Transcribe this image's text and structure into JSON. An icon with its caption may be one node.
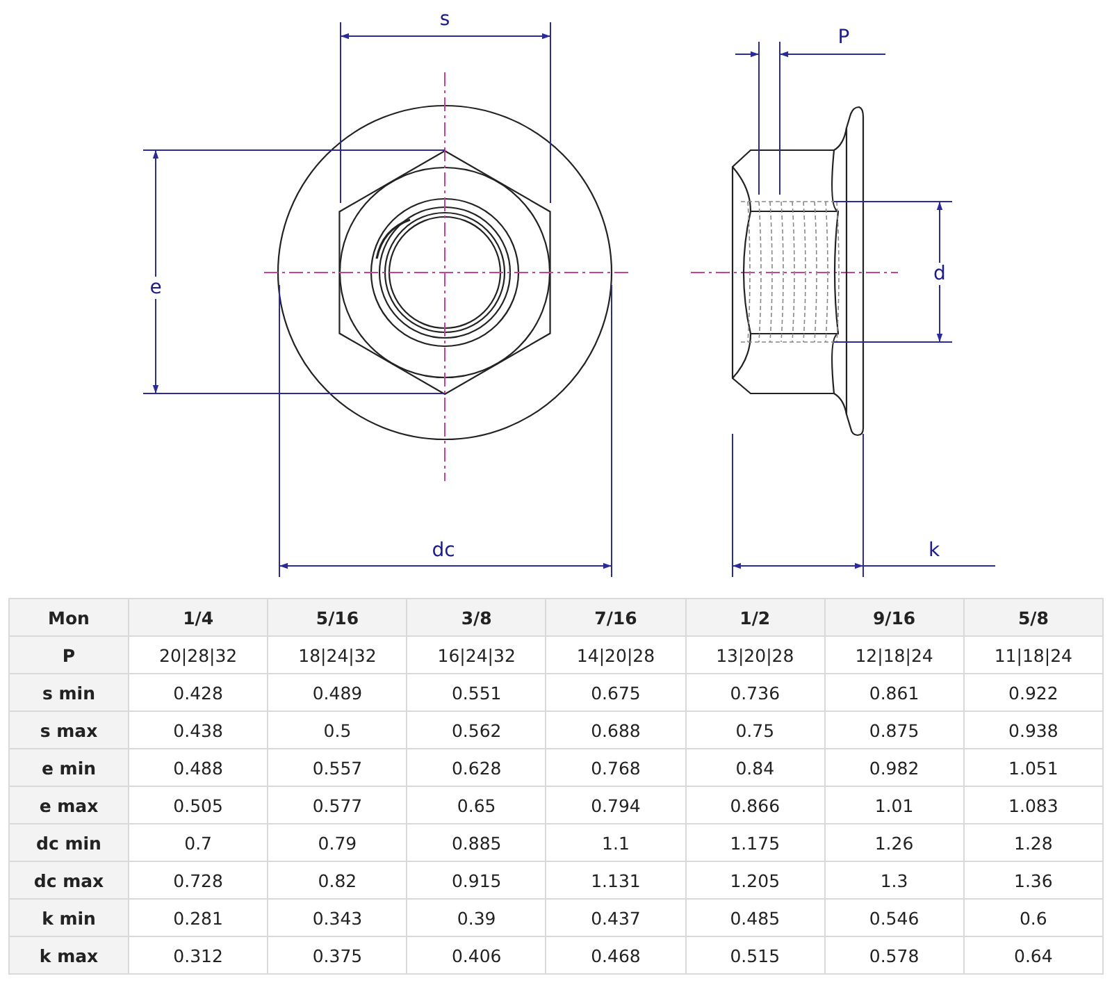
{
  "diagram": {
    "labels": [
      "s",
      "e",
      "dc",
      "P",
      "d",
      "k",
      "Mon",
      "1/4",
      "5/16",
      "3/8",
      "7/16",
      "1/2",
      "9/16",
      "5/8",
      "P",
      "20|28|32",
      "18|24|32",
      "16|24|32",
      "14|20|28",
      "13|20|28",
      "12|18|24",
      "11|18|24",
      "s min",
      "0.428",
      "0.489",
      "0.551",
      "0.675",
      "0.736",
      "0.861",
      "0.922",
      "s max",
      "0.438",
      "0.5",
      "0.562",
      "0.688",
      "0.75",
      "0.875",
      "0.938",
      "e min",
      "0.488",
      "0.557",
      "0.628",
      "0.768",
      "0.84",
      "0.982",
      "1.051",
      "e max",
      "0.505",
      "0.577",
      "0.65",
      "0.794",
      "0.866",
      "1.01",
      "1.083",
      "dc min",
      "0.7",
      "0.79",
      "0.885",
      "1.1",
      "1.175",
      "1.26",
      "1.28",
      "dc max",
      "0.728",
      "0.82",
      "0.915",
      "1.131",
      "1.205",
      "1.3",
      "1.36",
      "k min",
      "0.281",
      "0.343",
      "0.39",
      "0.437",
      "0.485",
      "0.546",
      "0.6",
      "k max",
      "0.312",
      "0.375",
      "0.406",
      "0.468",
      "0.515",
      "0.578",
      "0.64"
    ]
  }
}
